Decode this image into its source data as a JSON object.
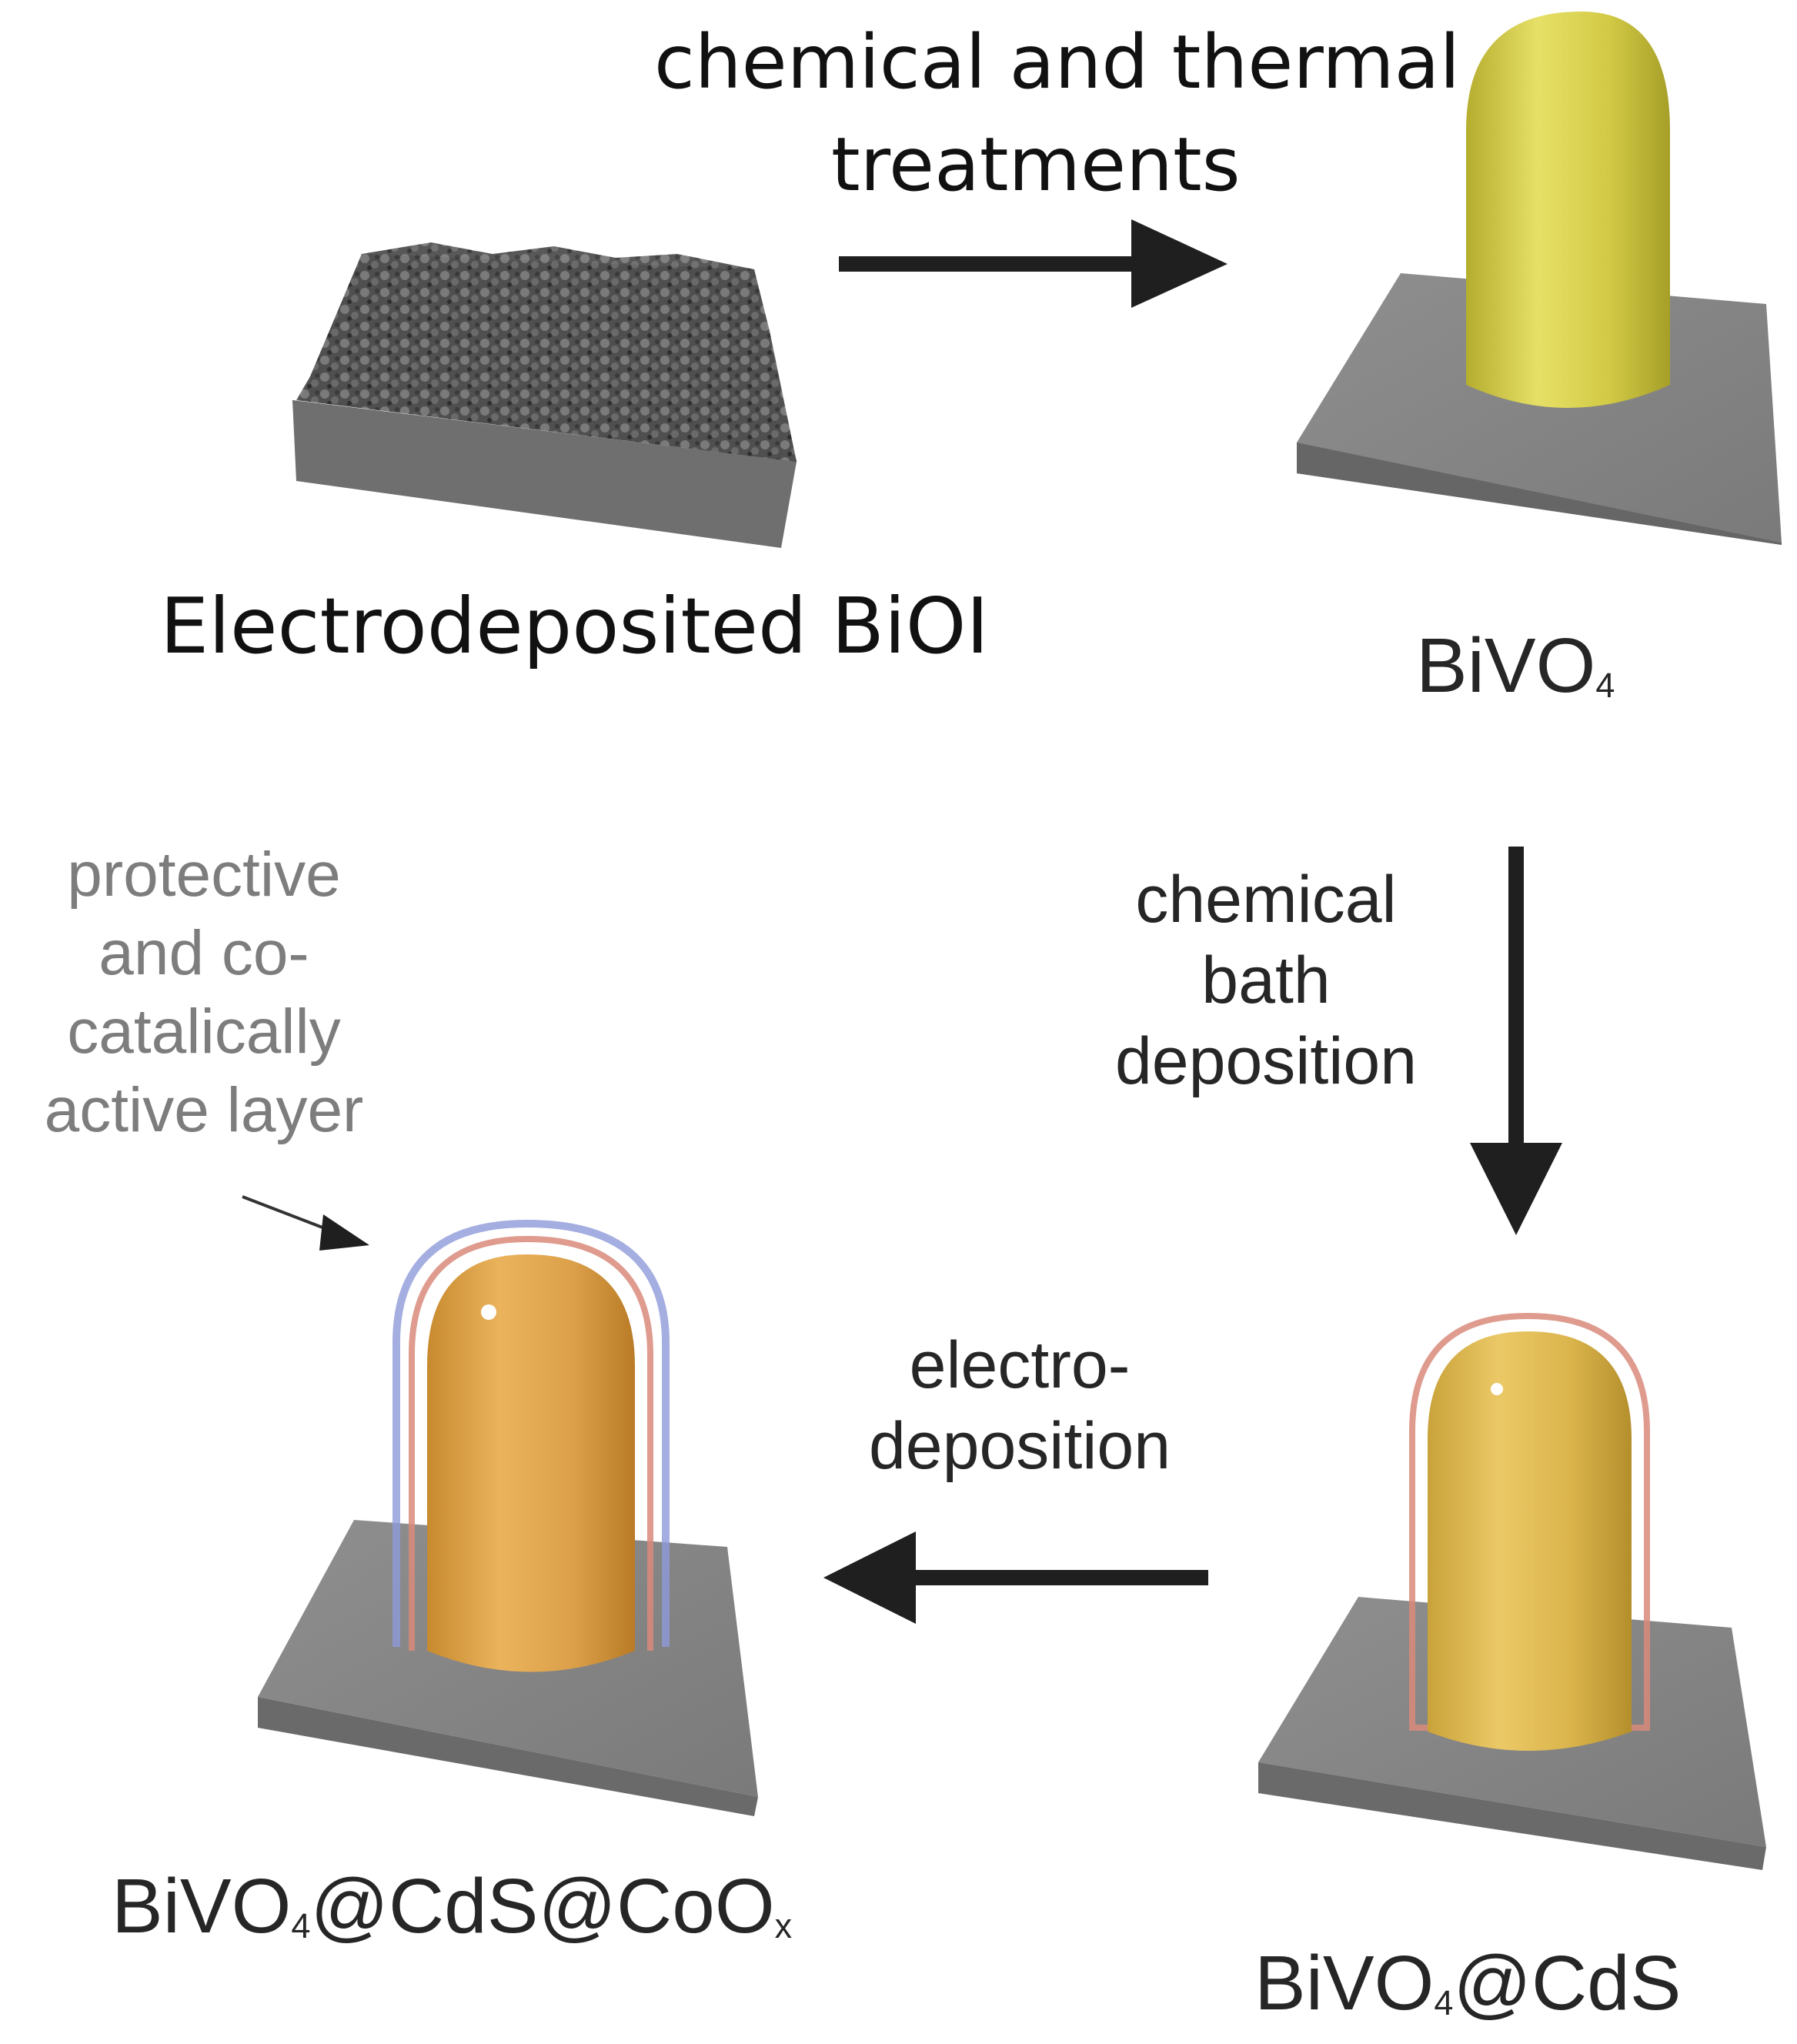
{
  "diagram": {
    "step1_label": [
      "chemical and thermal",
      "treatments"
    ],
    "start_material": "Electrodeposited BiOI",
    "product1": {
      "base": "BiVO",
      "sub": "4"
    },
    "step2_label": [
      "chemical",
      "bath",
      "deposition"
    ],
    "product2": {
      "base": "BiVO",
      "sub": "4",
      "rest": "@CdS"
    },
    "step3_label": [
      "electro-",
      "deposition"
    ],
    "product3": {
      "base": "BiVO",
      "sub": "4",
      "mid": "@CdS@CoO",
      "sub2": "x"
    },
    "annotation": [
      "protective",
      "and co-",
      "catalically",
      "active layer"
    ]
  },
  "colors": {
    "substrate_top": "#8a8a8a",
    "substrate_side": "#6e6e6e",
    "bivo4_yellow": "#d6cf48",
    "cds_orange": "#e0a84a",
    "cdS_layer": "#d88a7a",
    "coox_layer": "#8d9ad8",
    "arrow": "#1f1f1f"
  }
}
